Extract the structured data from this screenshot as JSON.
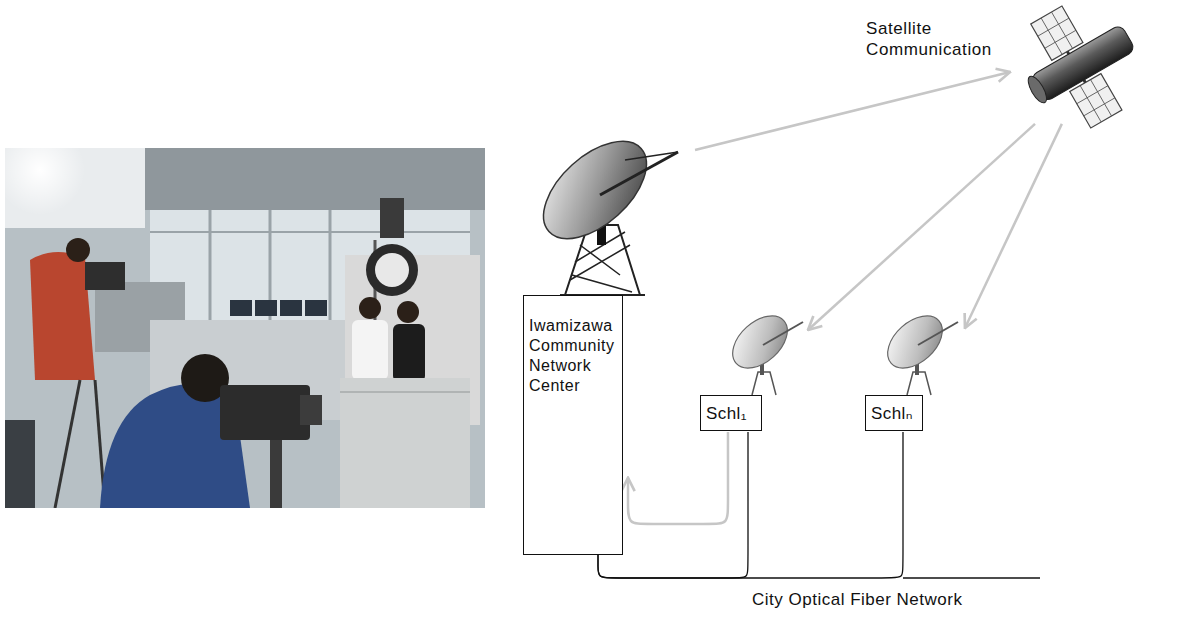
{
  "diagram": {
    "nodes": [
      {
        "text": [
          "Satellite Communication"
        ]
      },
      {
        "text": [
          "Iwamizawa Community Network Center"
        ]
      },
      {
        "text": [
          "Schl₁"
        ]
      },
      {
        "text": [
          "Schlₙ"
        ]
      }
    ],
    "edges": [
      {
        "from": 1,
        "to": 0,
        "arrow": "to"
      },
      {
        "from": 0,
        "to": 2,
        "arrow": "to"
      },
      {
        "from": 0,
        "to": 3,
        "arrow": "to"
      },
      {
        "from": 2,
        "to": 1,
        "arrow": "to"
      },
      {
        "from": 1,
        "to": 2,
        "arrow": "none"
      },
      {
        "from": 1,
        "to": 3,
        "arrow": "none"
      }
    ],
    "labels": [
      "City Optical Fiber Network"
    ]
  }
}
